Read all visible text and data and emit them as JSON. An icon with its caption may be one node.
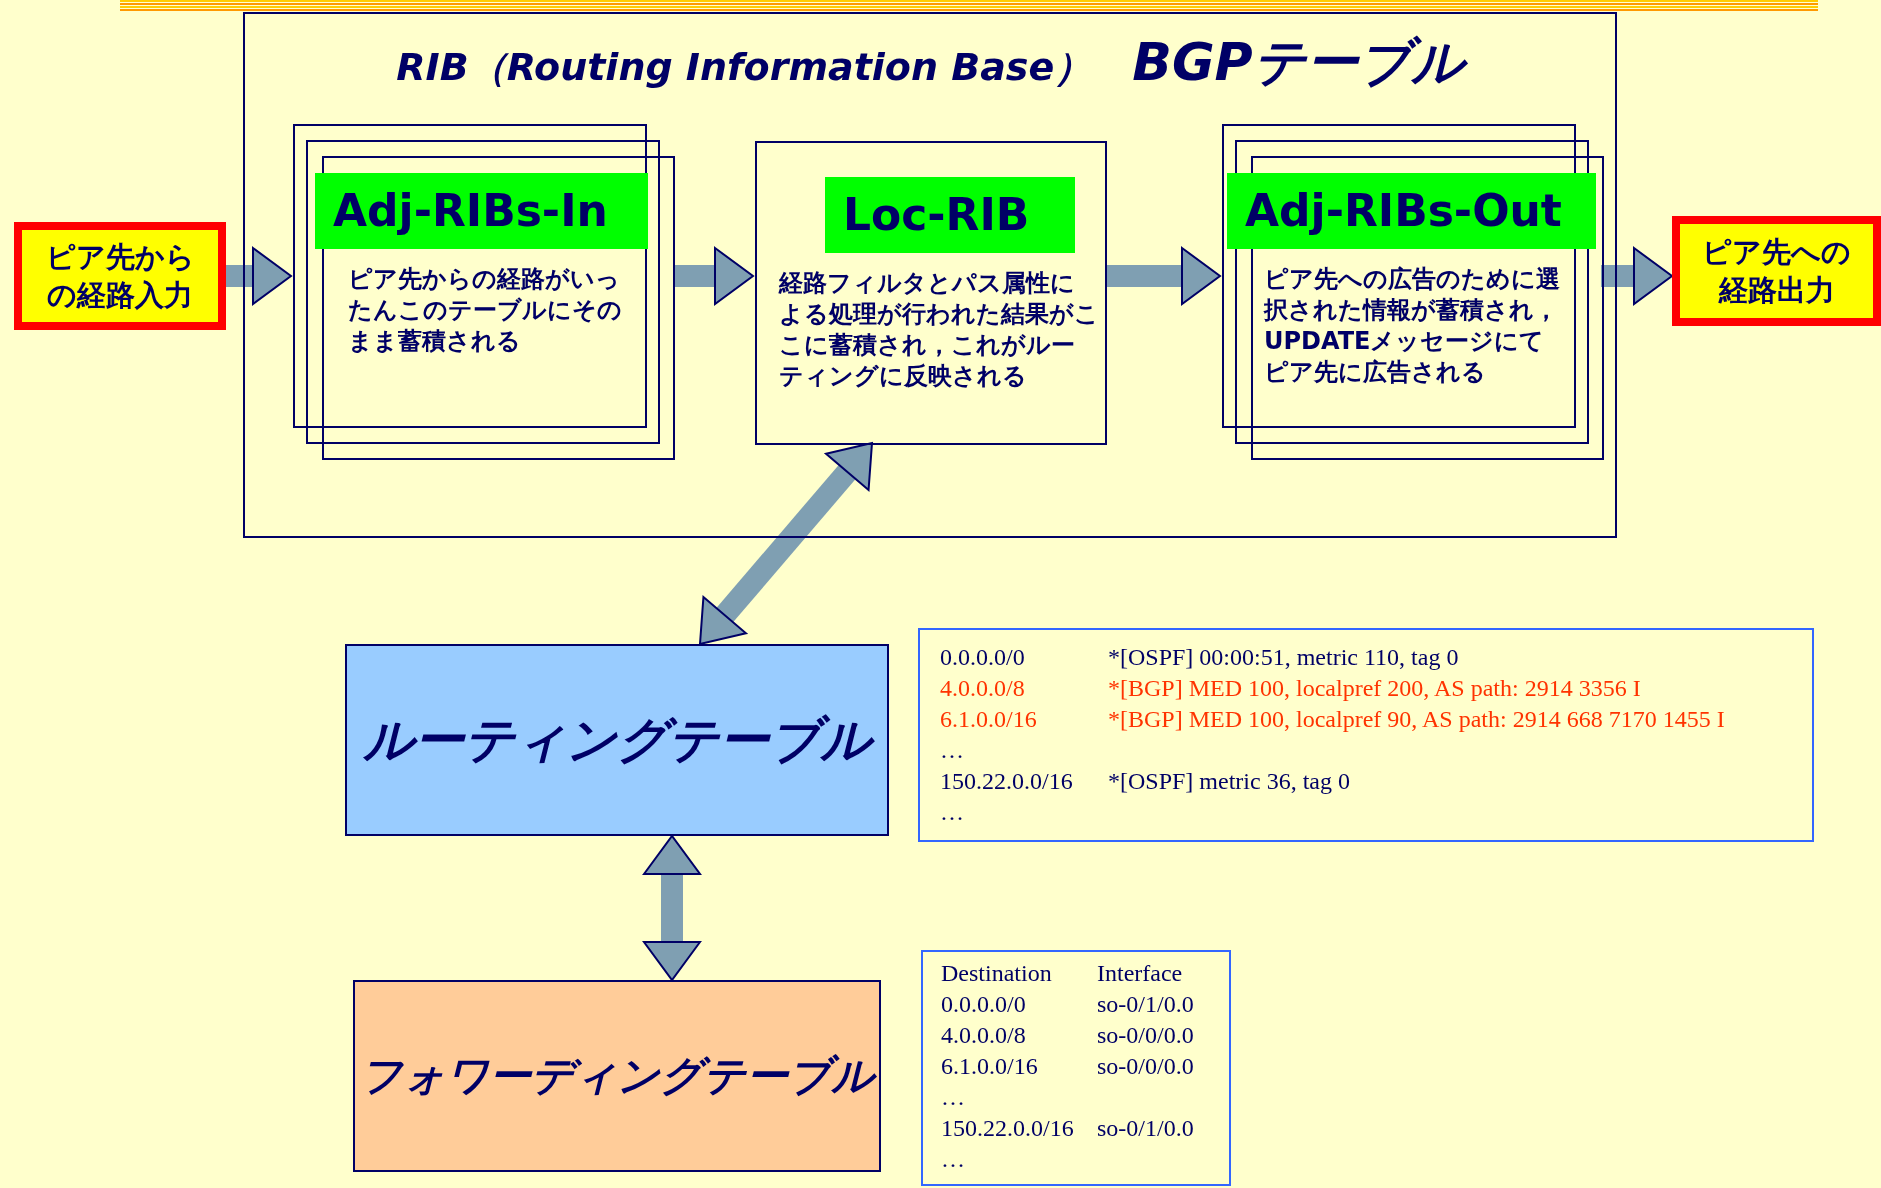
{
  "diagram": {
    "nodes": [
      {
        "text": [
          "RIB（Routing Information Base）",
          "BGPテーブル"
        ]
      },
      {
        "text": [
          "ピア先からの経路入力"
        ]
      },
      {
        "text": [
          "Adj-RIBs-In",
          "ピア先からの経路がいったんこのテーブルにそのまま蓄積される"
        ],
        "in": 0
      },
      {
        "text": [
          "Loc-RIB",
          "経路フィルタとパス属性による処理が行われた結果がここに蓄積され，これがルーティングに反映される"
        ],
        "in": 0
      },
      {
        "text": [
          "Adj-RIBs-Out",
          "ピア先への広告のために選択された情報が蓄積され，UPDATEメッセージにてピア先に広告される"
        ],
        "in": 0
      },
      {
        "text": [
          "ピア先への経路出力"
        ]
      },
      {
        "text": [
          "ルーティングテーブル"
        ]
      },
      {
        "text": [
          "フォワーディングテーブル"
        ]
      },
      {
        "text": [
          "0.0.0.0/0",
          "*[OSPF] 00:00:51, metric 110, tag 0",
          "4.0.0.0/8",
          "*[BGP] MED 100, localpref 200, AS path: 2914 3356 I",
          "6.1.0.0/16",
          "*[BGP] MED 100, localpref 90, AS path: 2914 668 7170 1455 I",
          "…",
          "150.22.0.0/16",
          "*[OSPF] metric 36, tag 0",
          "…"
        ]
      },
      {
        "text": [
          "Destination",
          "Interface",
          "0.0.0.0/0",
          "so-0/1/0.0",
          "4.0.0.0/8",
          "so-0/0/0.0",
          "6.1.0.0/16",
          "so-0/0/0.0",
          "…",
          "150.22.0.0/16",
          "so-0/1/0.0",
          "…"
        ]
      }
    ],
    "edges": [
      {
        "from": 1,
        "to": 2,
        "arrow": "to"
      },
      {
        "from": 2,
        "to": 3,
        "arrow": "to"
      },
      {
        "from": 3,
        "to": 4,
        "arrow": "to"
      },
      {
        "from": 4,
        "to": 5,
        "arrow": "to"
      },
      {
        "from": 3,
        "to": 6,
        "arrow": "both"
      },
      {
        "from": 6,
        "to": 7,
        "arrow": "both"
      }
    ]
  }
}
